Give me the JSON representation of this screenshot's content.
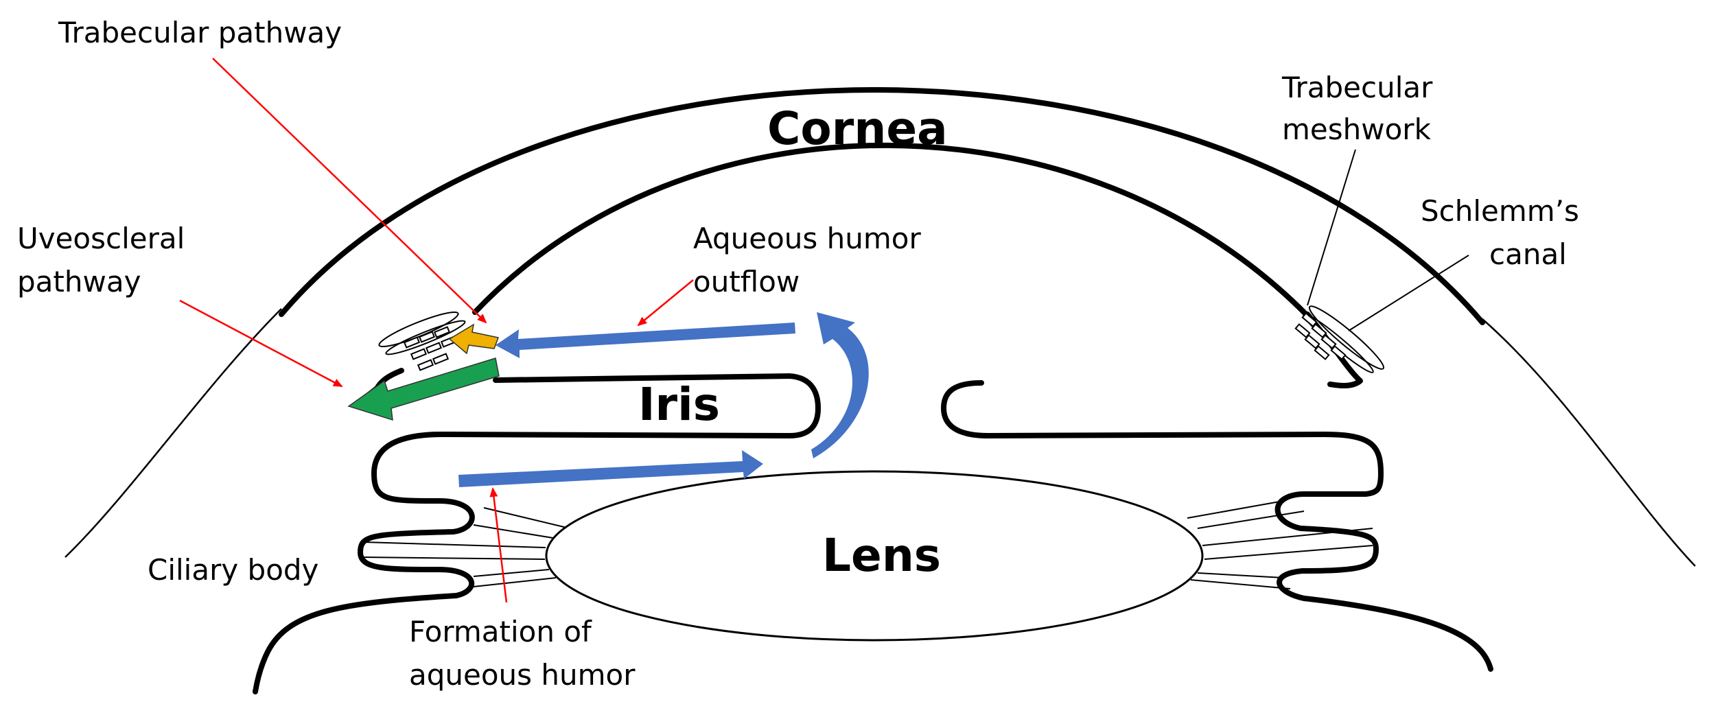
{
  "labels": {
    "trabecular_pathway": "Trabecular pathway",
    "cornea": "Cornea",
    "trabecular_meshwork": [
      "Trabecular",
      "meshwork"
    ],
    "schlemms_canal": [
      "Schlemm’s",
      "canal"
    ],
    "uveoscleral_pathway": [
      "Uveoscleral",
      "pathway"
    ],
    "aqueous_outflow": [
      "Aqueous humor",
      "outflow"
    ],
    "iris": "Iris",
    "lens": "Lens",
    "ciliary_body": "Ciliary body",
    "formation": [
      "Formation of",
      "aqueous humor"
    ]
  },
  "colors": {
    "aqueous_flow": "#4472c4",
    "trabecular_flow": "#f0b000",
    "uveoscleral_flow": "#18a050",
    "pointer": "#ff0000",
    "outline": "#000000"
  }
}
